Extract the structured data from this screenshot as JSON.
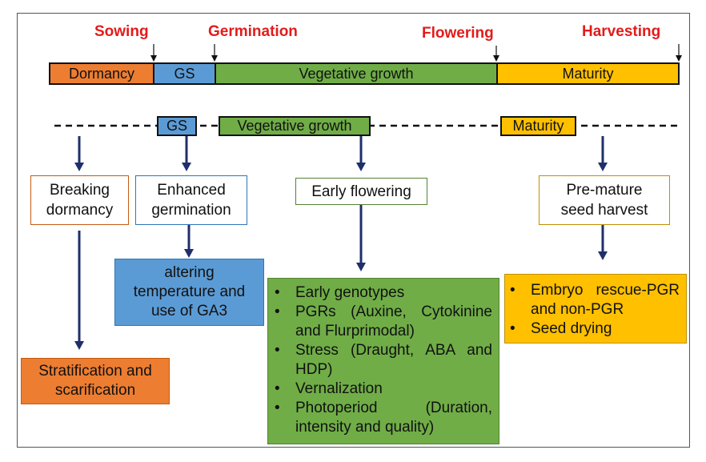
{
  "milestones": {
    "sowing": "Sowing",
    "germination": "Germination",
    "flowering": "Flowering",
    "harvesting": "Harvesting"
  },
  "timeline": {
    "dormancy": "Dormancy",
    "gs": "GS",
    "vegetative": "Vegetative growth",
    "maturity": "Maturity"
  },
  "stage_labels": {
    "gs": "GS",
    "vegetative": "Vegetative growth",
    "maturity": "Maturity"
  },
  "approaches": {
    "breaking_dormancy": "Breaking\ndormancy",
    "enhanced_germination": "Enhanced\ngermination",
    "early_flowering": "Early flowering",
    "premature_harvest": "Pre-mature\nseed harvest"
  },
  "methods": {
    "stratification": "Stratification and\nscarification",
    "ga3": "altering\ntemperature and\nuse of GA3",
    "early_flowering_items": [
      "Early genotypes",
      "PGRs (Auxine, Cytokinine and Flurprimodal)",
      "Stress (Draught, ABA and HDP)",
      "Vernalization",
      "Photoperiod (Duration, intensity and quality)"
    ],
    "harvest_items": [
      "Embryo rescue-PGR and non-PGR",
      "Seed drying"
    ]
  },
  "colors": {
    "dormancy": "#ed7d31",
    "gs": "#5b9bd5",
    "vegetative": "#70ad47",
    "maturity": "#ffc000",
    "milestone_text": "#e31b1b",
    "arrow": "#1f2f6b"
  }
}
